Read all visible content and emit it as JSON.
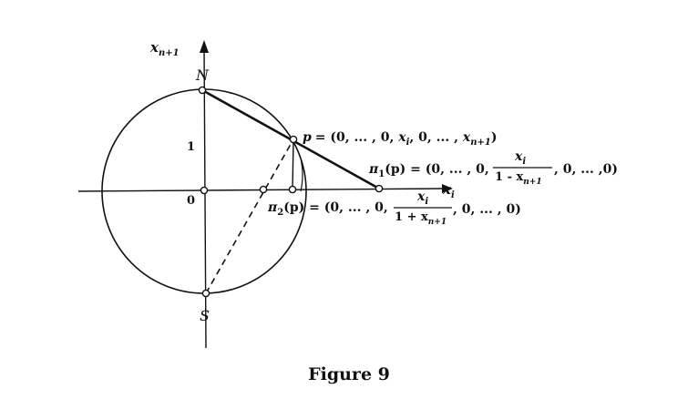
{
  "caption": "Figure 9",
  "axes": {
    "vertical": "x",
    "vertical_sub": "n+1",
    "horizontal": "x",
    "horizontal_sub": "i"
  },
  "points": {
    "north": "N",
    "south": "S",
    "p": "p"
  },
  "ticks": {
    "origin": "0",
    "one": "1"
  },
  "labels": {
    "p_def": {
      "eq": "= (0, ... , 0, ",
      "xi": "x",
      "xi_sub": "i",
      "mid": ", 0, ... , ",
      "xn": "x",
      "xn_sub": "n+1",
      "close": ")"
    },
    "pi1": {
      "name": "π",
      "name_sub": "1",
      "arg": "(p) = (0, ... , 0, ",
      "num": "x",
      "num_sub": "i",
      "den_pre": "1 - x",
      "den_sub": "n+1",
      "tail": ", 0, ... ,0)"
    },
    "pi2": {
      "name": "π",
      "name_sub": "2",
      "arg": "(p) = (0, ... , 0, ",
      "num": "x",
      "num_sub": "i",
      "den_pre": "1 + x",
      "den_sub": "n+1",
      "tail": ", 0, ... , 0)"
    }
  }
}
